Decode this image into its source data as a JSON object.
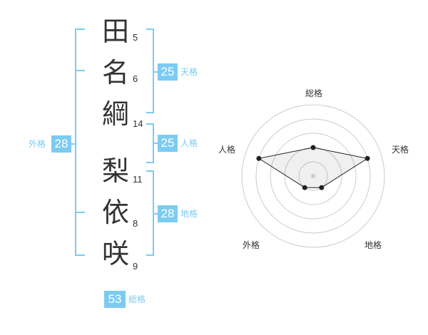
{
  "name": {
    "chars": [
      "田",
      "名",
      "綱",
      "梨",
      "依",
      "咲"
    ],
    "strokes": [
      "5",
      "6",
      "14",
      "11",
      "8",
      "9"
    ]
  },
  "kaku": {
    "tenkaku": {
      "value": "25",
      "label": "天格"
    },
    "jinkaku": {
      "value": "25",
      "label": "人格"
    },
    "chikaku": {
      "value": "28",
      "label": "地格"
    },
    "gaikaku": {
      "value": "28",
      "label": "外格"
    },
    "soukaku": {
      "value": "53",
      "label": "総格"
    }
  },
  "colors": {
    "accent": "#7ccbf2",
    "text": "#333333",
    "grid": "#cccccc"
  },
  "chart_data": {
    "type": "radar",
    "axes": [
      "総格",
      "天格",
      "地格",
      "外格",
      "人格"
    ],
    "rings": 5,
    "values": [
      2,
      4,
      1,
      1,
      4
    ],
    "max": 5
  }
}
